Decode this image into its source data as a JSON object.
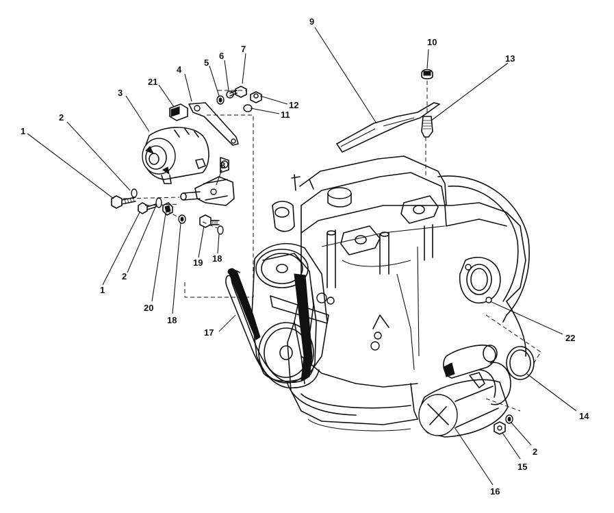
{
  "diagram": {
    "callouts": [
      {
        "id": "c1a",
        "text": "1"
      },
      {
        "id": "c2a",
        "text": "2"
      },
      {
        "id": "c3",
        "text": "3"
      },
      {
        "id": "c21",
        "text": "21"
      },
      {
        "id": "c4",
        "text": "4"
      },
      {
        "id": "c5",
        "text": "5"
      },
      {
        "id": "c6",
        "text": "6"
      },
      {
        "id": "c7",
        "text": "7"
      },
      {
        "id": "c12",
        "text": "12"
      },
      {
        "id": "c11",
        "text": "11"
      },
      {
        "id": "c9",
        "text": "9"
      },
      {
        "id": "c10",
        "text": "10"
      },
      {
        "id": "c13",
        "text": "13"
      },
      {
        "id": "c8",
        "text": "8"
      },
      {
        "id": "c1b",
        "text": "1"
      },
      {
        "id": "c2b",
        "text": "2"
      },
      {
        "id": "c20",
        "text": "20"
      },
      {
        "id": "c18a",
        "text": "18"
      },
      {
        "id": "c19",
        "text": "19"
      },
      {
        "id": "c18b",
        "text": "18"
      },
      {
        "id": "c17",
        "text": "17"
      },
      {
        "id": "c22",
        "text": "22"
      },
      {
        "id": "c14",
        "text": "14"
      },
      {
        "id": "c2c",
        "text": "2"
      },
      {
        "id": "c15",
        "text": "15"
      },
      {
        "id": "c16",
        "text": "16"
      }
    ]
  }
}
